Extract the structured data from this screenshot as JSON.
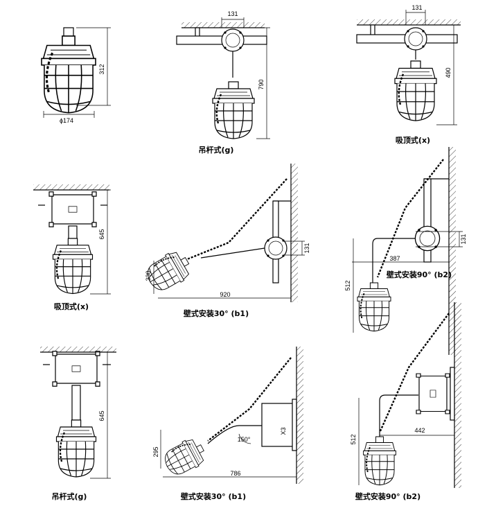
{
  "captions": {
    "c_pendant_rod_top": "吊杆式(g)",
    "c_ceiling_top": "吸顶式(x)",
    "c_ceiling_mid": "吸顶式(x)",
    "c_wall30_mid": "壁式安装30° (b1)",
    "c_wall90_mid": "壁式安装90° (b2)",
    "c_pendant_rod_bot": "吊杆式(g)",
    "c_wall30_bot": "壁式安装30° (b1)",
    "c_wall90_bot": "壁式安装90° (b2)"
  },
  "dims": {
    "d_lamp_h": "312",
    "d_lamp_w": "ϕ174",
    "d_rod_box": "131",
    "d_rod_h": "790",
    "d_ceil_box": "131",
    "d_ceil_h": "490",
    "d_ceilmid_h": "645",
    "d_w30_box": "131",
    "d_w30_h": "330",
    "d_w30_len": "920",
    "d_w90_box": "131",
    "d_w90_len": "387",
    "d_w90_h": "512",
    "d_rodbot_h": "645",
    "d_w30b_h": "295",
    "d_w30b_angle": "150°",
    "d_w30b_len": "786",
    "d_w90b_len": "442",
    "d_w90b_h": "512"
  },
  "box_label": "X3"
}
